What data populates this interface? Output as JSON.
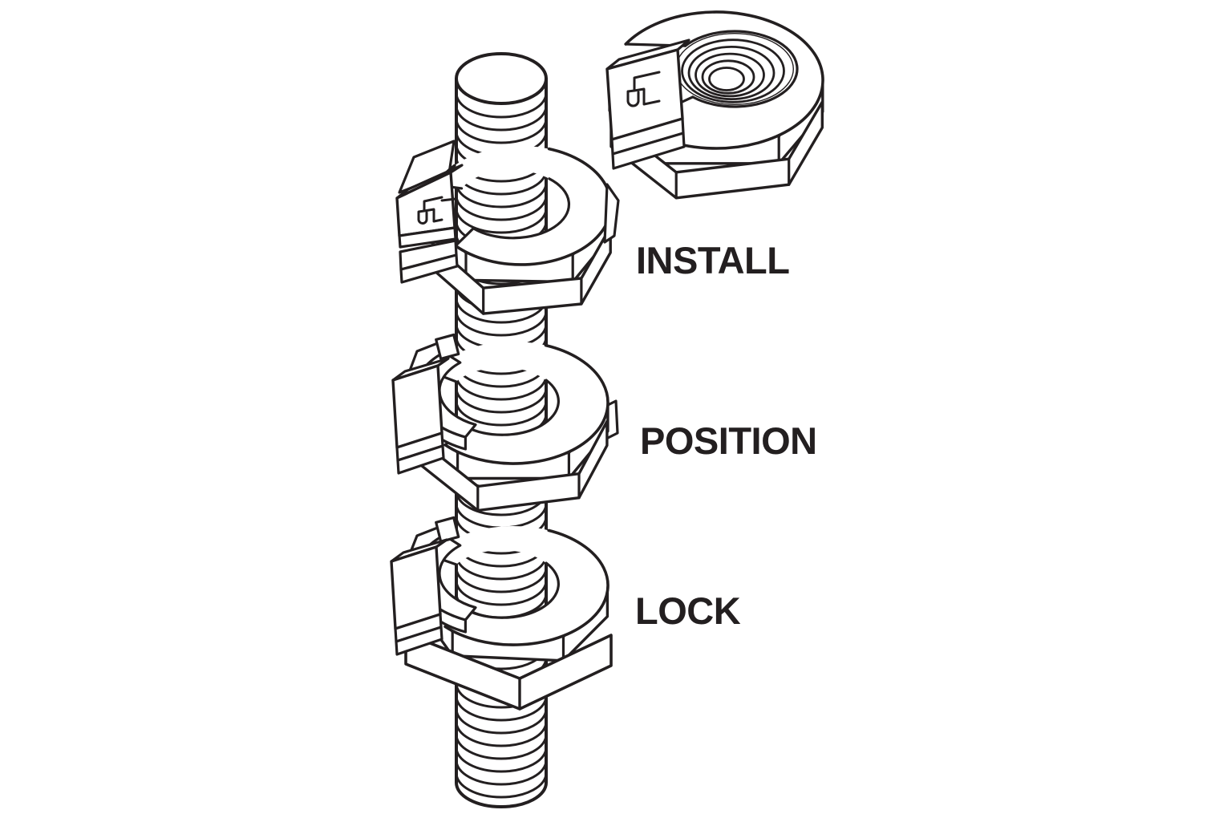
{
  "colors": {
    "ink": "#231f20",
    "background": "#ffffff"
  },
  "figure": {
    "description_visible_text_only": "",
    "steps": [
      {
        "label": "INSTALL"
      },
      {
        "label": "POSITION"
      },
      {
        "label": "LOCK"
      }
    ]
  }
}
